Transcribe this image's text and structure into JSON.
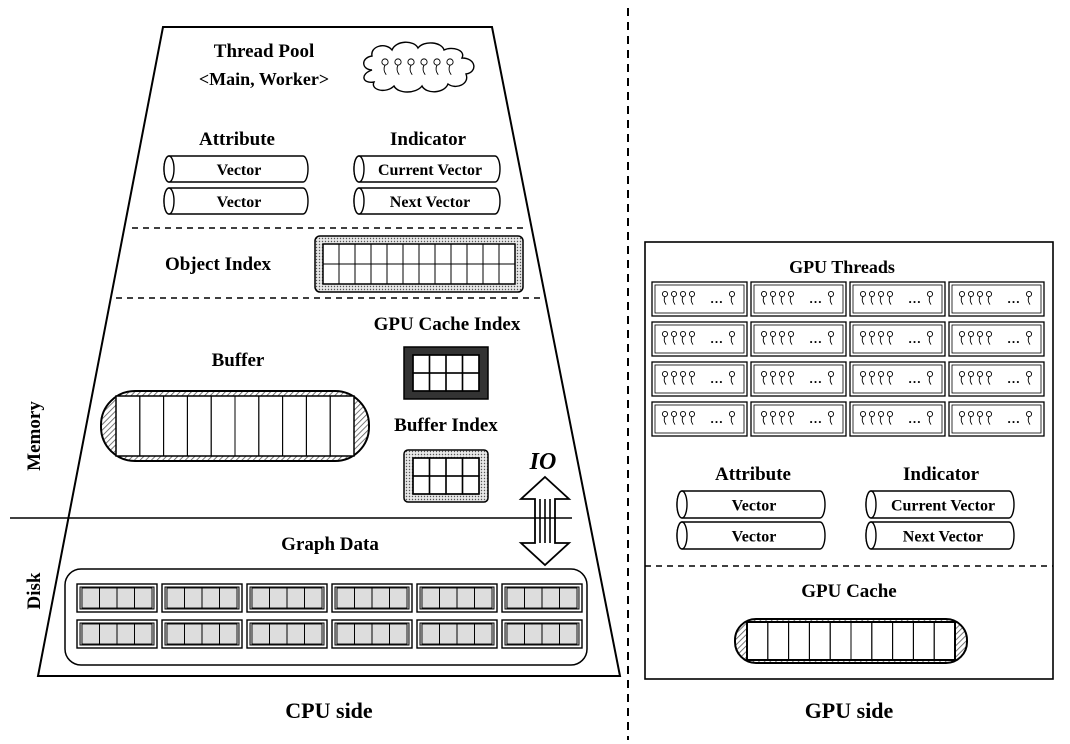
{
  "cpu": {
    "thread_pool_title": "Thread Pool",
    "thread_pool_subtitle": "<Main, Worker>",
    "attribute_label": "Attribute",
    "indicator_label": "Indicator",
    "attribute_vectors": [
      "Vector",
      "Vector"
    ],
    "indicator_vectors": [
      "Current Vector",
      "Next Vector"
    ],
    "object_index_label": "Object Index",
    "gpu_cache_index_label": "GPU Cache Index",
    "buffer_label": "Buffer",
    "buffer_index_label": "Buffer Index",
    "io_label": "IO",
    "memory_label": "Memory",
    "disk_label": "Disk",
    "graph_data_label": "Graph Data",
    "side_label": "CPU side"
  },
  "gpu": {
    "threads_label": "GPU Threads",
    "thread_glyph": "ⴤⴤⴤⴤ … ⴤ",
    "attribute_label": "Attribute",
    "indicator_label": "Indicator",
    "attribute_vectors": [
      "Vector",
      "Vector"
    ],
    "indicator_vectors": [
      "Current Vector",
      "Next Vector"
    ],
    "cache_label": "GPU Cache",
    "side_label": "GPU side"
  }
}
